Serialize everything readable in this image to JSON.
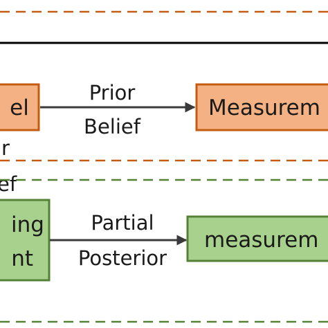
{
  "colors": {
    "orange_dash": "#c55a11",
    "orange_fill": "#f4b183",
    "orange_border": "#c55a11",
    "green_dash": "#548235",
    "green_fill": "#a9d18e",
    "green_border": "#548235",
    "black_line": "#000000",
    "arrow": "#3a3a3a",
    "text": "#1a1a1a"
  },
  "top_section": {
    "left_box_text": "el",
    "edge_label_line1": "Prior",
    "edge_label_line2": "Belief",
    "right_box_text": "Measurem",
    "clipped_text_1": "r",
    "clipped_text_2": "ef"
  },
  "bottom_section": {
    "left_box_line1": "ing",
    "left_box_line2": "nt",
    "edge_label_line1": "Partial",
    "edge_label_line2": "Posterior",
    "right_box_text": "measurem"
  }
}
